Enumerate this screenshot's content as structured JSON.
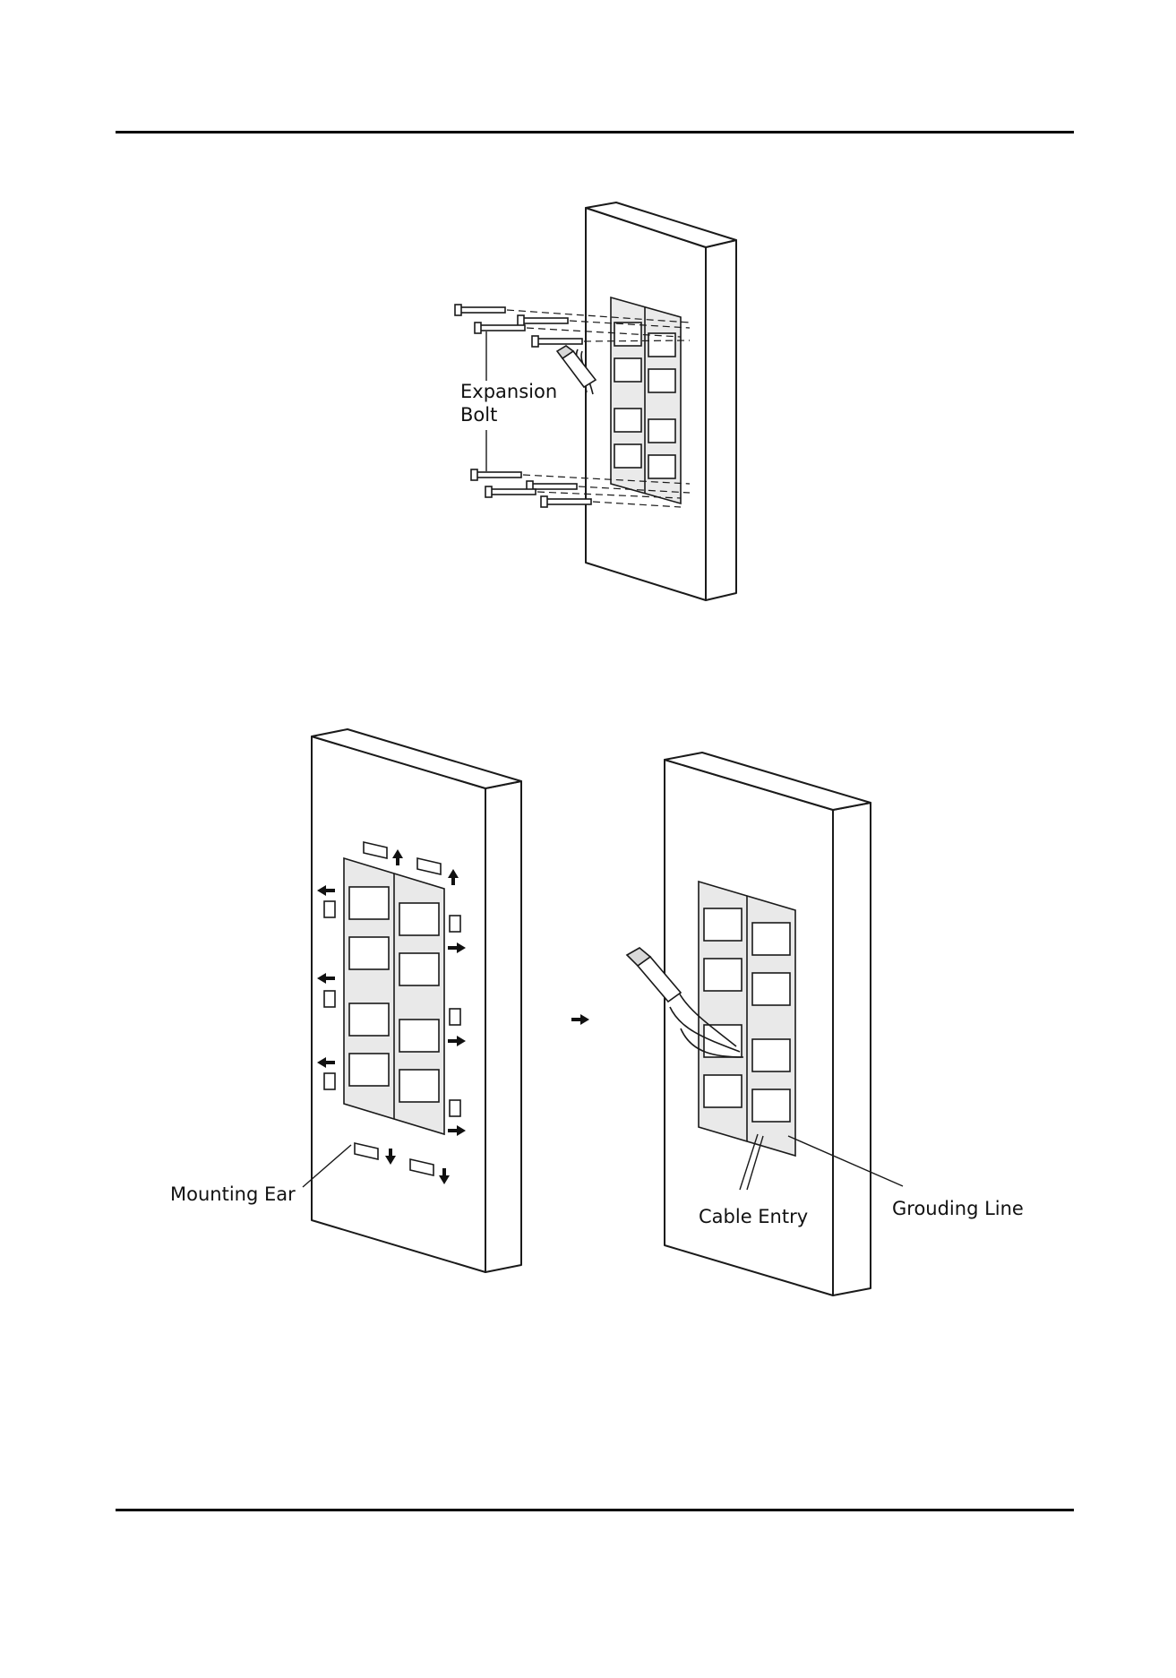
{
  "figure1": {
    "callout": [
      "Expansion",
      "Bolt"
    ]
  },
  "figure2": {
    "mounting_ear": "Mounting Ear",
    "cable_entry": "Cable Entry",
    "grounding_line": "Grouding Line",
    "step_arrow_icon": "right-arrow-icon"
  },
  "colors": {
    "line": "#1a1a1a",
    "wall_fill": "#ffffff",
    "box_fill": "#e9e9e9"
  }
}
